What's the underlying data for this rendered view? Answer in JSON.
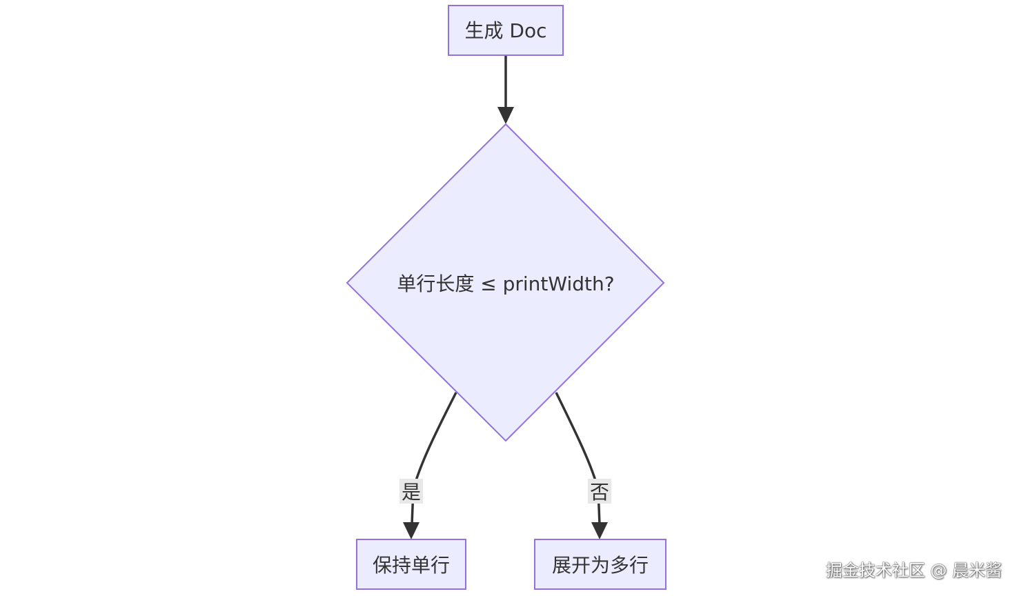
{
  "colors": {
    "node_fill": "#ECECFF",
    "node_stroke": "#9370DB",
    "edge": "#333333",
    "label_bg": "#E8E8E8",
    "text": "#333333"
  },
  "nodes": {
    "start": {
      "label": "生成 Doc",
      "shape": "rect"
    },
    "decision": {
      "label": "单行长度 ≤ printWidth?",
      "shape": "diamond"
    },
    "yes_target": {
      "label": "保持单行",
      "shape": "rect"
    },
    "no_target": {
      "label": "展开为多行",
      "shape": "rect"
    }
  },
  "edges": {
    "start_to_decision": {
      "from": "start",
      "to": "decision",
      "label": ""
    },
    "decision_yes": {
      "from": "decision",
      "to": "yes_target",
      "label": "是"
    },
    "decision_no": {
      "from": "decision",
      "to": "no_target",
      "label": "否"
    }
  },
  "watermark": "掘金技术社区 @ 晨米酱"
}
